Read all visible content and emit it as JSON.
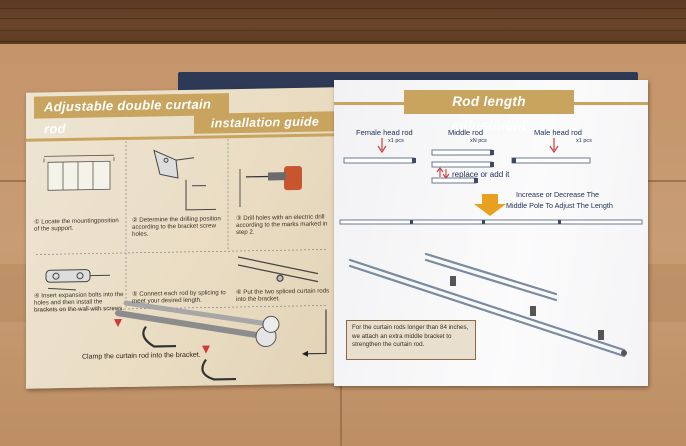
{
  "left_page": {
    "title_line1": "Adjustable double curtain rod",
    "title_line2": "installation guide",
    "steps": [
      {
        "num": "①",
        "text": "Locate the mountingposition of the support."
      },
      {
        "num": "②",
        "text": "Determine the drilling position according to the bracket screw holes."
      },
      {
        "num": "③",
        "text": "Drill holes with an electric drill according to the marks marked in step 2."
      },
      {
        "num": "④",
        "text": "Insert expansion bolts into the holes and then install the brackets on the wall with screws."
      },
      {
        "num": "⑤",
        "text": "Connect each rod by splicing to meet your desired length."
      },
      {
        "num": "⑥",
        "text": "Put the two spliced curtain rods into the bracket."
      }
    ],
    "clamp_text": "Clamp the curtain rod into the bracket."
  },
  "right_page": {
    "title": "Rod length adjustment",
    "rods": [
      {
        "name": "Female head rod",
        "qty": "x1 pcs"
      },
      {
        "name": "Middle rod",
        "qty": "xN pcs"
      },
      {
        "name": "Male head rod",
        "qty": "x1 pcs"
      }
    ],
    "replace_text": "replace or add it",
    "adjust_text_line1": "Increase or Decrease The",
    "adjust_text_line2": "Middle Pole To Adjust The Length",
    "note": "For the curtain rods longer than 84 inches, we attach an extra middle bracket to strengthen the curtain rod."
  },
  "colors": {
    "banner_gold": "#c8a45f",
    "arrow_red": "#d23a3a",
    "arrow_orange": "#e8a020",
    "text_navy": "#1d2e55"
  }
}
